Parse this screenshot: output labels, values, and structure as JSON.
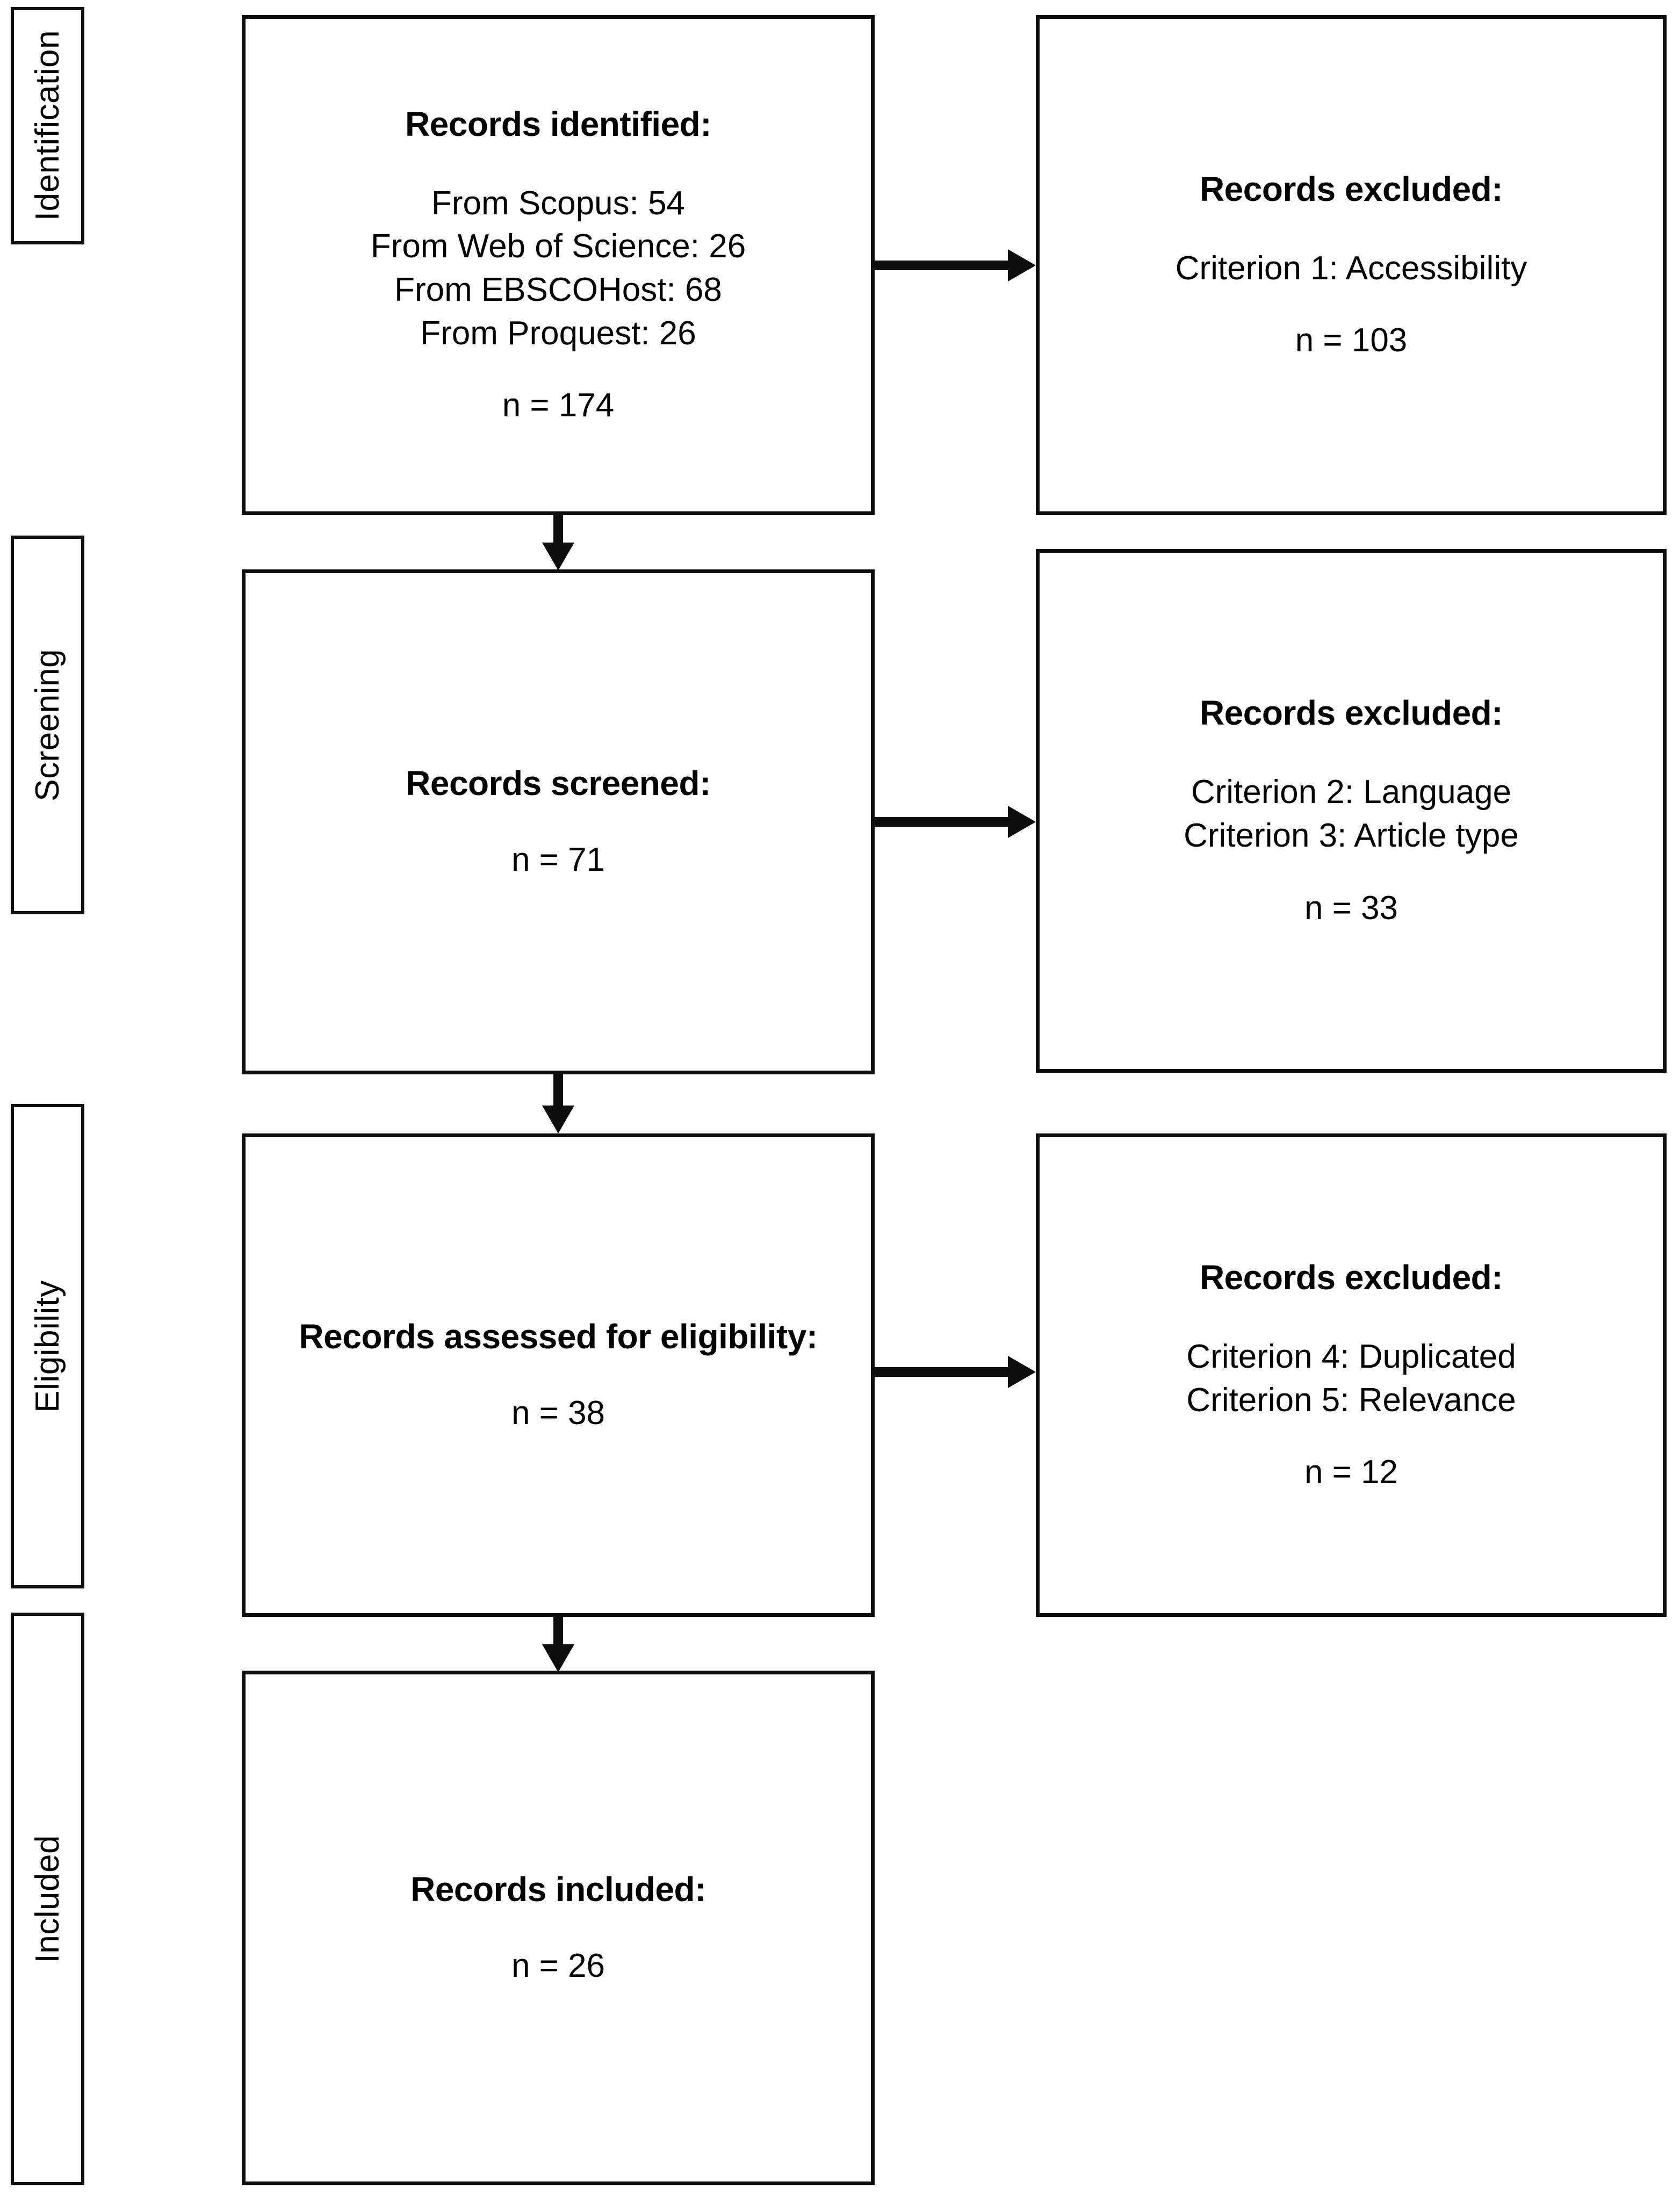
{
  "diagram": {
    "type": "prisma-flow-diagram",
    "colors": {
      "stroke": "#0d0d0d",
      "background": "#ffffff",
      "text": "#000000"
    },
    "stages": [
      {
        "id": "identification",
        "label": "Identification"
      },
      {
        "id": "screening",
        "label": "Screening"
      },
      {
        "id": "eligibility",
        "label": "Eligibility"
      },
      {
        "id": "included",
        "label": "Included"
      }
    ],
    "boxes": {
      "identified": {
        "title": "Records identified:",
        "lines": [
          "From Scopus: 54",
          "From Web of Science: 26",
          "From EBSCOHost: 68",
          "From Proquest: 26"
        ],
        "count": "n = 174"
      },
      "excluded_1": {
        "title": "Records excluded:",
        "lines": [
          "Criterion 1: Accessibility"
        ],
        "count": "n = 103"
      },
      "screened": {
        "title": "Records screened:",
        "lines": [],
        "count": "n = 71"
      },
      "excluded_2": {
        "title": "Records excluded:",
        "lines": [
          "Criterion 2: Language",
          "Criterion 3: Article type"
        ],
        "count": "n = 33"
      },
      "assessed": {
        "title": "Records assessed for eligibility:",
        "lines": [],
        "count": "n = 38"
      },
      "excluded_3": {
        "title": "Records excluded:",
        "lines": [
          "Criterion 4: Duplicated",
          "Criterion 5: Relevance"
        ],
        "count": "n = 12"
      },
      "included": {
        "title": "Records included:",
        "lines": [],
        "count": "n = 26"
      }
    },
    "connectors": [
      {
        "id": "identified-to-excluded1",
        "direction": "right"
      },
      {
        "id": "identified-to-screened",
        "direction": "down"
      },
      {
        "id": "screened-to-excluded2",
        "direction": "right"
      },
      {
        "id": "screened-to-assessed",
        "direction": "down"
      },
      {
        "id": "assessed-to-excluded3",
        "direction": "right"
      },
      {
        "id": "assessed-to-included",
        "direction": "down"
      }
    ]
  }
}
